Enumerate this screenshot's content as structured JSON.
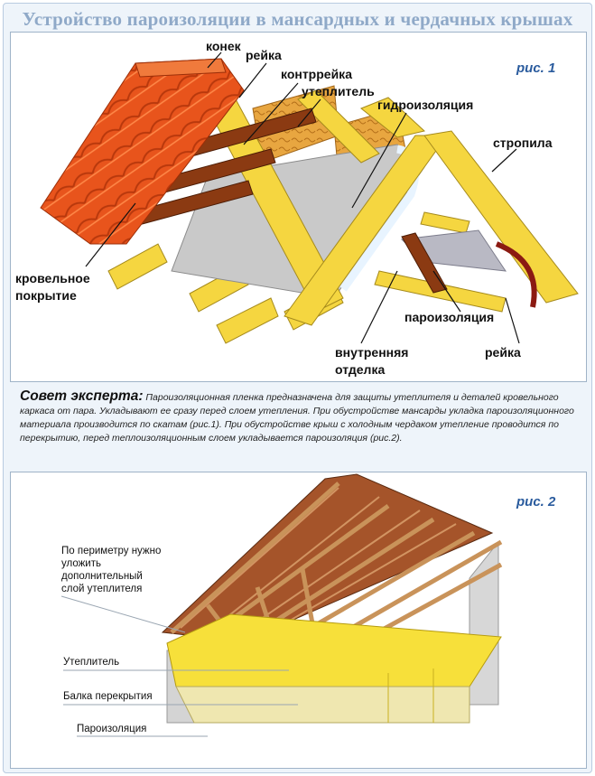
{
  "title": "Устройство пароизоляции в мансардных и чердачных крышах",
  "figure1": {
    "label": "рис. 1",
    "labels": {
      "ridge": "конек",
      "batten_top": "рейка",
      "counter_batten": "контррейка",
      "insulation": "утеплитель",
      "waterproofing": "гидроизоляция",
      "rafters": "стропила",
      "roofing_line1": "кровельное",
      "roofing_line2": "покрытие",
      "vapor_barrier": "пароизоляция",
      "interior_line1": "внутренняя",
      "interior_line2": "отделка",
      "batten_bottom": "рейка"
    }
  },
  "advice": {
    "heading": "Совет эксперта:",
    "text": "Пароизоляционная пленка предназначена для защиты утеплителя и деталей кровельного каркаса от пара. Укладывают ее сразу перед слоем утепления. При обустройстве мансарды укладка пароизоляционного материала производится по скатам (рис.1). При обустройстве крыш с холодным чердаком утепление проводится по перекрытию, перед теплоизоляционным слоем укладывается пароизоляция (рис.2)."
  },
  "figure2": {
    "label": "рис. 2",
    "labels": {
      "perimeter_line1": "По периметру нужно",
      "perimeter_line2": "уложить",
      "perimeter_line3": "дополнительный",
      "perimeter_line4": "слой утеплителя",
      "insulation": "Утеплитель",
      "floor_beam": "Балка перекрытия",
      "vapor_barrier": "Пароизоляция"
    }
  },
  "colors": {
    "title": "#8fa9c8",
    "fig_label": "#2b5c9e",
    "roof_tile": "#e8541c",
    "timber": "#f5d640",
    "batten": "#8b3a12",
    "membrane": "#c9c9c9",
    "insulation": "#f7e03a"
  }
}
